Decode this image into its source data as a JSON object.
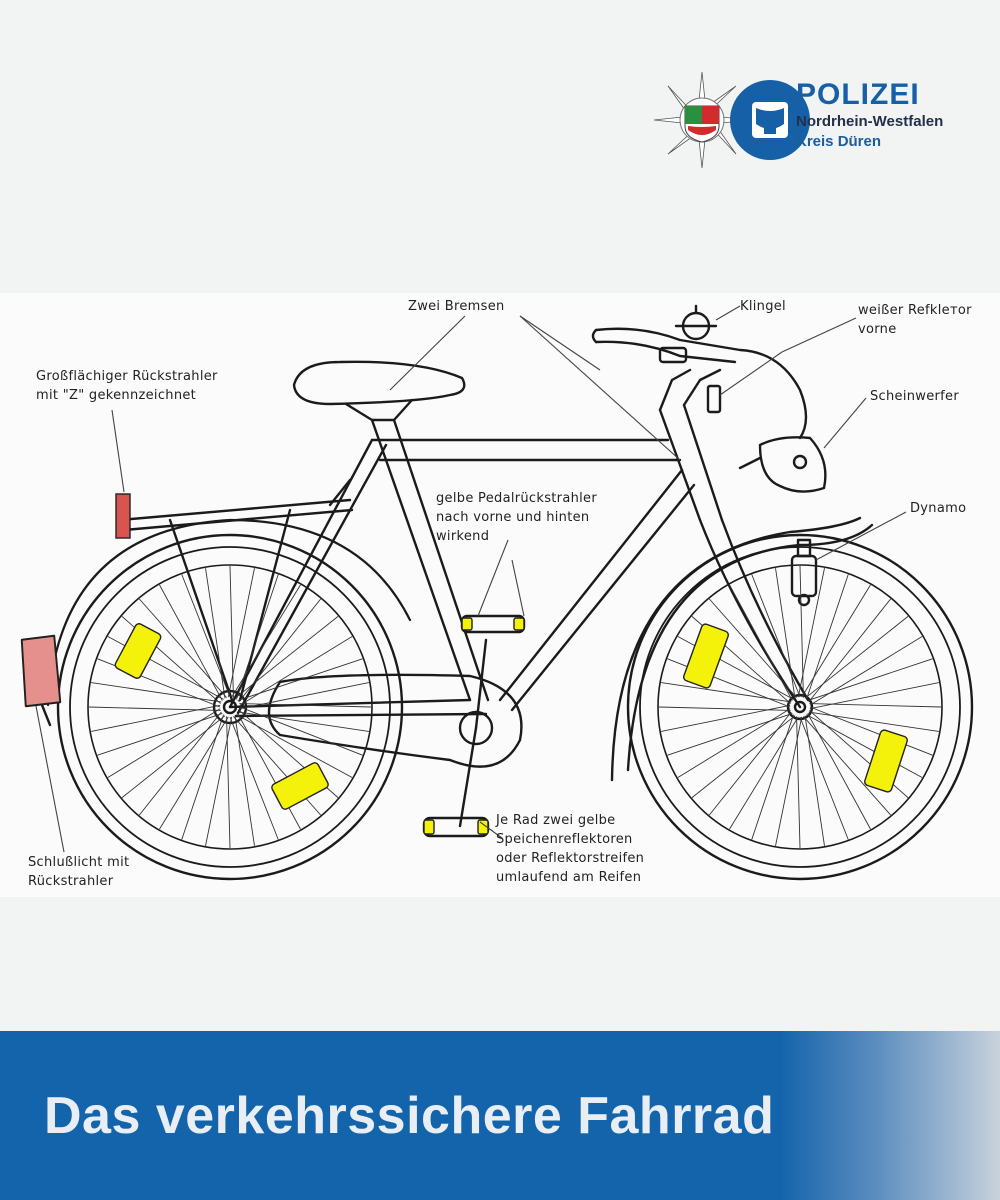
{
  "logo": {
    "title": "POLIZEI",
    "subtitle": "Nordrhein-Westfalen",
    "district": "Kreis Düren",
    "brand_color": "#1660a8"
  },
  "labels": {
    "brakes": "Zwei Bremsen",
    "bell": "Klingel",
    "front_reflector": "weißer Refklетor\nvorne",
    "headlight": "Scheinwerfer",
    "dynamo": "Dynamo",
    "rear_reflector": "Großflächiger Rückstrahler\nmit \"Z\" gekennzeichnet",
    "pedal_reflectors": "gelbe Pedalrückstrahler\nnach vorne und hinten\nwirkend",
    "spoke_reflectors": "Je Rad zwei gelbe\nSpeichenreflektoren\noder Reflektorstreifen\numlaufend am Reifen",
    "tail_light": "Schlußlicht mit\nRückstrahler"
  },
  "banner": {
    "title": "Das verkehrssichere Fahrrad"
  },
  "colors": {
    "reflector_yellow": "#f4f10a",
    "rear_red": "#d9534f",
    "line": "#1b1b1b"
  }
}
